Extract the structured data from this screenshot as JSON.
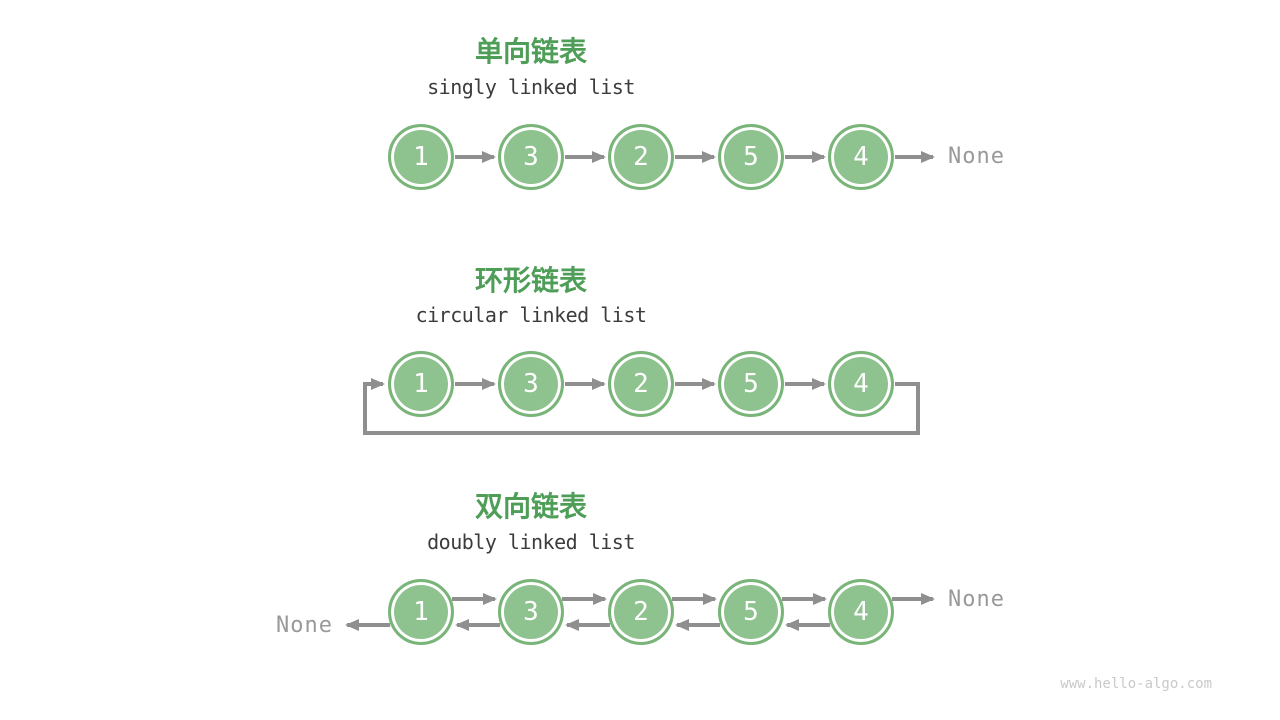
{
  "colors": {
    "title_green": "#4f9e58",
    "node_fill": "#8ec28e",
    "node_border": "#79b479",
    "node_inner_ring": "#ffffff",
    "node_value_text": "#ffffff",
    "arrow_gray": "#8f8f8f",
    "subtitle_dark": "#3c3c3c",
    "none_gray": "#999999",
    "watermark_gray": "#c9c9c9",
    "background": "#ffffff"
  },
  "sections": [
    {
      "id": "singly",
      "title_zh": "单向链表",
      "title_en": "singly linked list",
      "nodes": [
        "1",
        "3",
        "2",
        "5",
        "4"
      ],
      "tail_label": "None"
    },
    {
      "id": "circular",
      "title_zh": "环形链表",
      "title_en": "circular linked list",
      "nodes": [
        "1",
        "3",
        "2",
        "5",
        "4"
      ]
    },
    {
      "id": "doubly",
      "title_zh": "双向链表",
      "title_en": "doubly linked list",
      "nodes": [
        "1",
        "3",
        "2",
        "5",
        "4"
      ],
      "head_label": "None",
      "tail_label": "None"
    }
  ],
  "watermark": "www.hello-algo.com"
}
